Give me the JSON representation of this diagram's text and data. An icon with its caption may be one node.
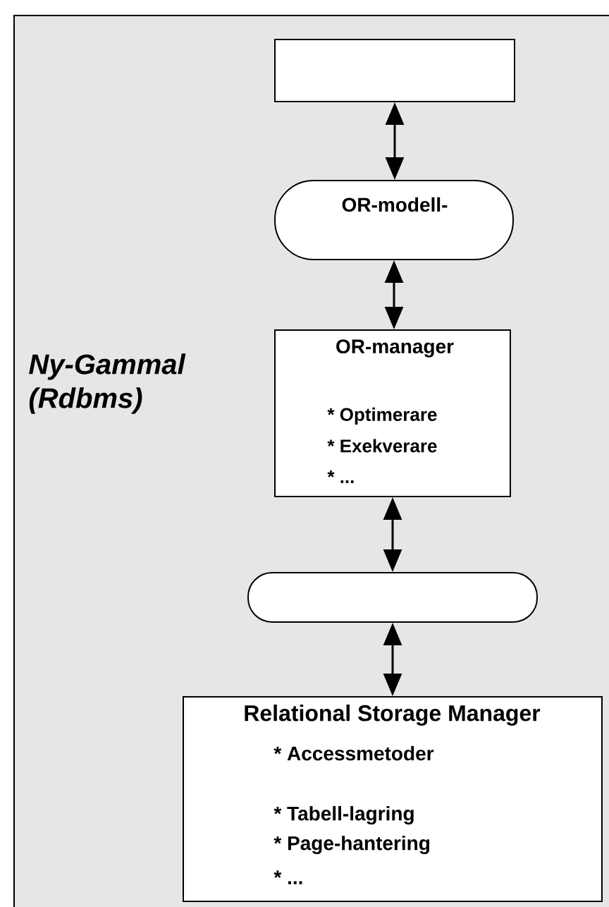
{
  "diagram": {
    "nodes": [
      {
        "text": [],
        "shape": "box"
      },
      {
        "text": [
          "OR-modell-"
        ]
      },
      {
        "text": [
          "OR-manager",
          "* Optimerare",
          "* Exekverare",
          "* ..."
        ]
      },
      {
        "text": [],
        "shape": "stadium"
      },
      {
        "text": [
          "Relational Storage Manager",
          "* Accessmetoder",
          "* Tabell-lagring",
          "* Page-hantering",
          "* ..."
        ]
      }
    ],
    "edges": [
      {
        "from": 0,
        "to": 1,
        "arrow": "both"
      },
      {
        "from": 1,
        "to": 2,
        "arrow": "both"
      },
      {
        "from": 2,
        "to": 3,
        "arrow": "both"
      },
      {
        "from": 3,
        "to": 4,
        "arrow": "both"
      }
    ],
    "labels": [
      "Ny-Gammal (Rdbms)"
    ]
  }
}
